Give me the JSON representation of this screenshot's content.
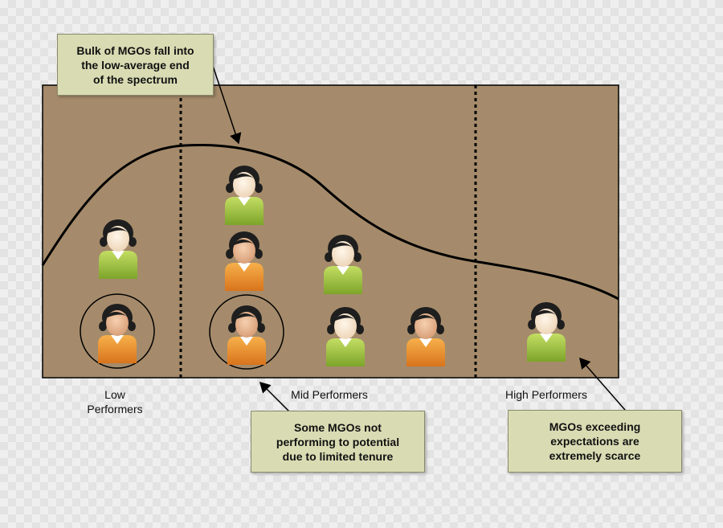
{
  "callouts": {
    "bulk": "Bulk of MGOs fall into\nthe low-average end\nof the spectrum",
    "tenure": "Some MGOs not\nperforming to potential\ndue to limited tenure",
    "scarce": "MGOs exceeding\nexpectations  are\nextremely scarce"
  },
  "categories": {
    "low": "Low\nPerformers",
    "mid": "Mid Performers",
    "high": "High Performers"
  },
  "people": [
    {
      "id": "low-green",
      "color": "green",
      "circled": false
    },
    {
      "id": "low-orange",
      "color": "orange",
      "circled": true
    },
    {
      "id": "mid-top-green",
      "color": "green",
      "circled": false
    },
    {
      "id": "mid-orange",
      "color": "orange",
      "circled": false
    },
    {
      "id": "mid-bottom-orange",
      "color": "orange",
      "circled": true
    },
    {
      "id": "mid-right-green-upper",
      "color": "green",
      "circled": false
    },
    {
      "id": "mid-right-green-lower",
      "color": "green",
      "circled": false
    },
    {
      "id": "mid-right-orange",
      "color": "orange",
      "circled": false
    },
    {
      "id": "high-green",
      "color": "green",
      "circled": false
    }
  ],
  "colors": {
    "panel": "#a58b6b",
    "callout_fill": "#d9dcb3",
    "green_shirt": "#9ec13c",
    "orange_shirt": "#e8902c",
    "curve": "#000000"
  }
}
